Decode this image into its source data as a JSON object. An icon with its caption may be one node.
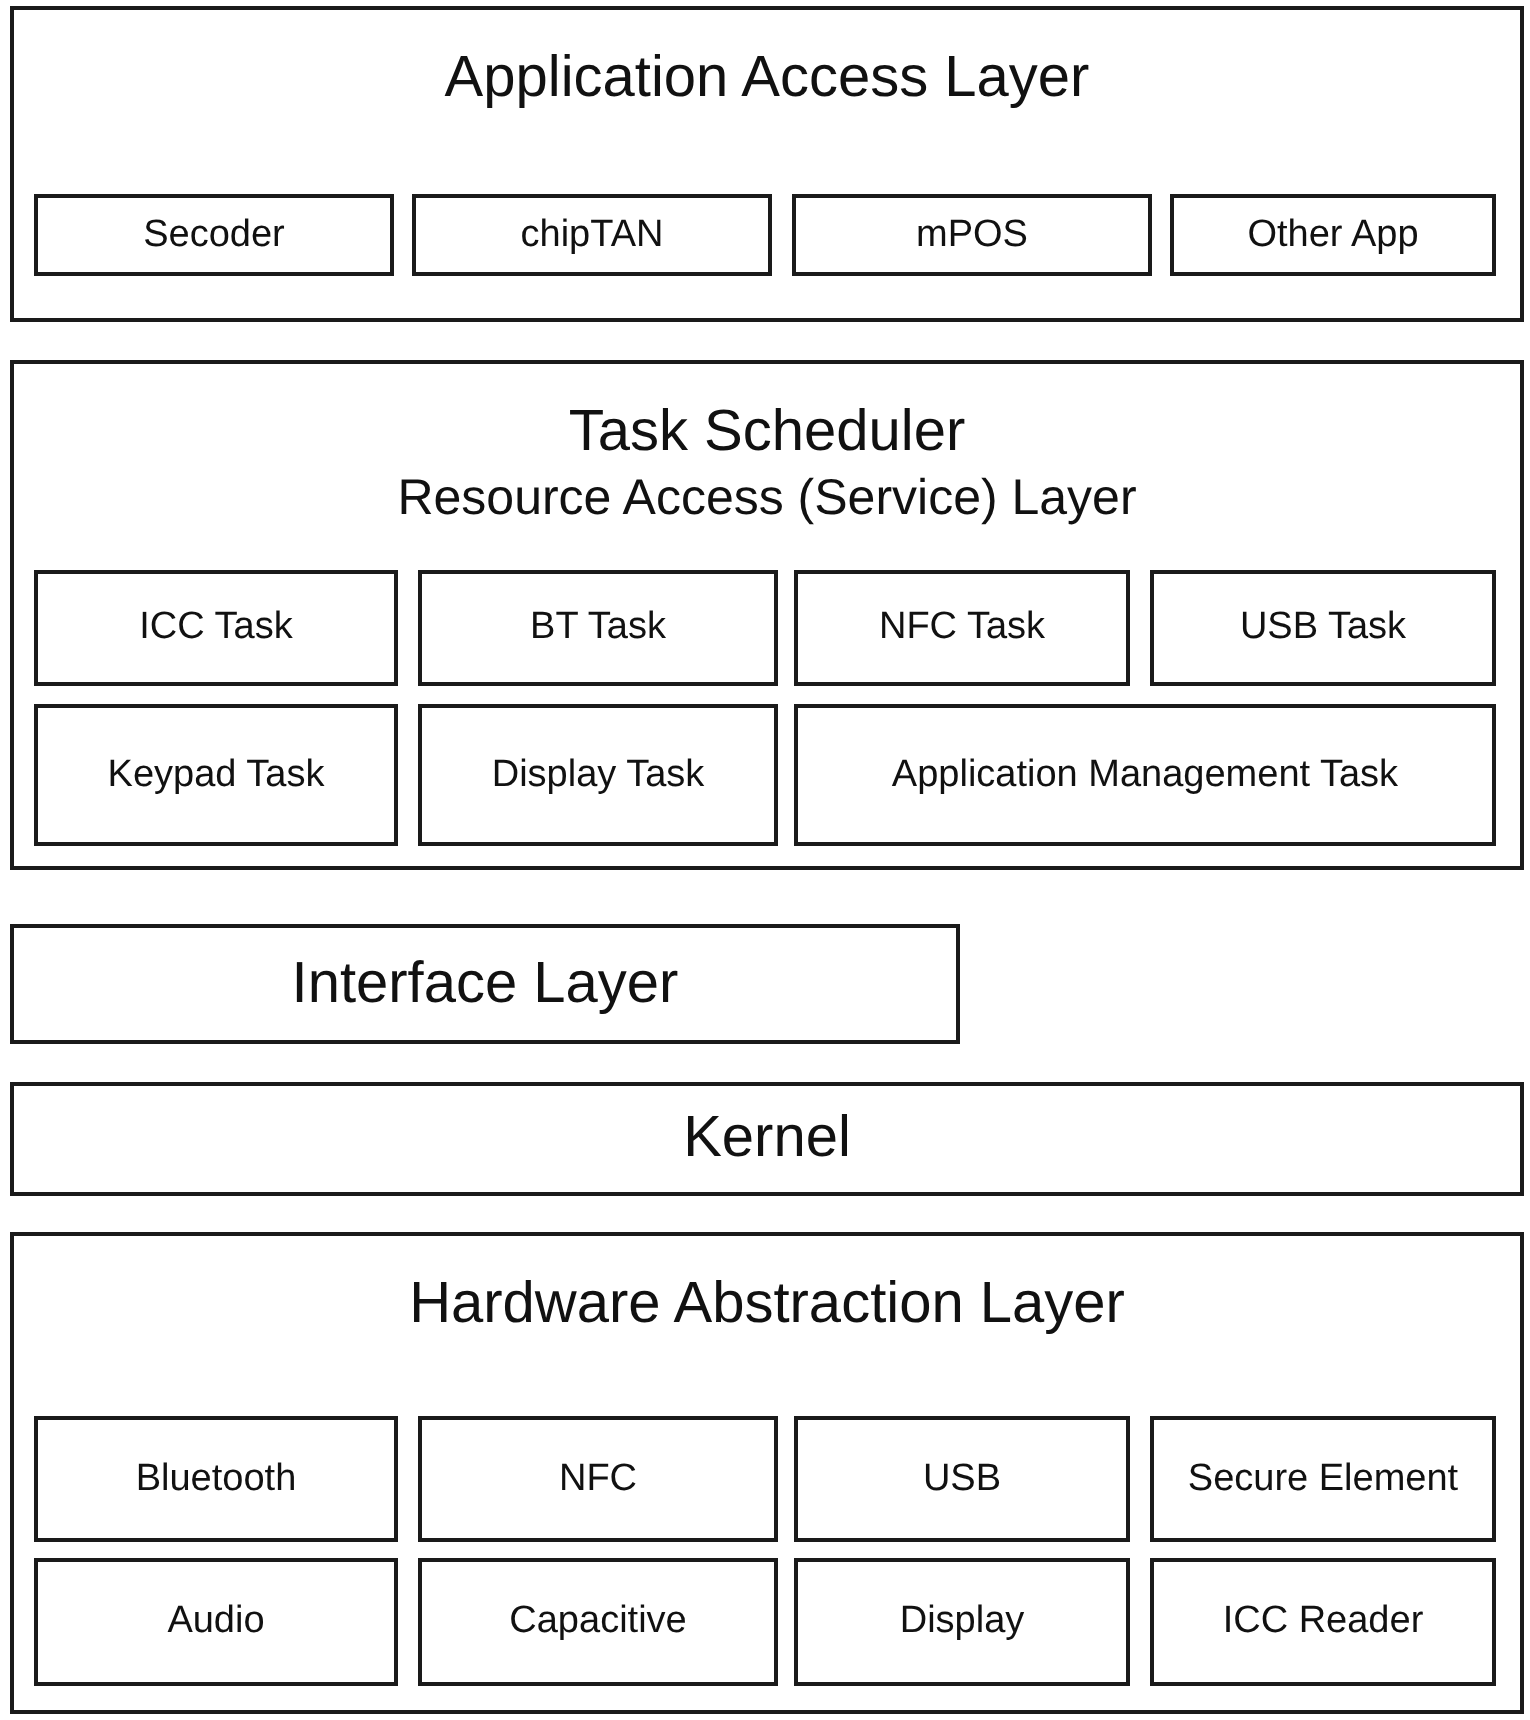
{
  "diagram": {
    "nodes": [
      {
        "text": [
          "Application Access Layer"
        ]
      },
      {
        "text": [
          "Secoder"
        ],
        "in": 0
      },
      {
        "text": [
          "chipTAN"
        ],
        "in": 0
      },
      {
        "text": [
          "mPOS"
        ],
        "in": 0
      },
      {
        "text": [
          "Other App"
        ],
        "in": 0
      },
      {
        "text": [
          "Task Scheduler",
          "Resource Access (Service) Layer"
        ]
      },
      {
        "text": [
          "ICC Task"
        ],
        "in": 5
      },
      {
        "text": [
          "BT Task"
        ],
        "in": 5
      },
      {
        "text": [
          "NFC Task"
        ],
        "in": 5
      },
      {
        "text": [
          "USB Task"
        ],
        "in": 5
      },
      {
        "text": [
          "Keypad Task"
        ],
        "in": 5
      },
      {
        "text": [
          "Display Task"
        ],
        "in": 5
      },
      {
        "text": [
          "Application Management Task"
        ],
        "in": 5
      },
      {
        "text": [
          "Interface Layer"
        ]
      },
      {
        "text": [
          "Kernel"
        ]
      },
      {
        "text": [
          "Hardware Abstraction Layer"
        ]
      },
      {
        "text": [
          "Bluetooth"
        ],
        "in": 15
      },
      {
        "text": [
          "NFC"
        ],
        "in": 15
      },
      {
        "text": [
          "USB"
        ],
        "in": 15
      },
      {
        "text": [
          "Secure Element"
        ],
        "in": 15
      },
      {
        "text": [
          "Audio"
        ],
        "in": 15
      },
      {
        "text": [
          "Capacitive"
        ],
        "in": 15
      },
      {
        "text": [
          "Display"
        ],
        "in": 15
      },
      {
        "text": [
          "ICC Reader"
        ],
        "in": 15
      }
    ]
  }
}
